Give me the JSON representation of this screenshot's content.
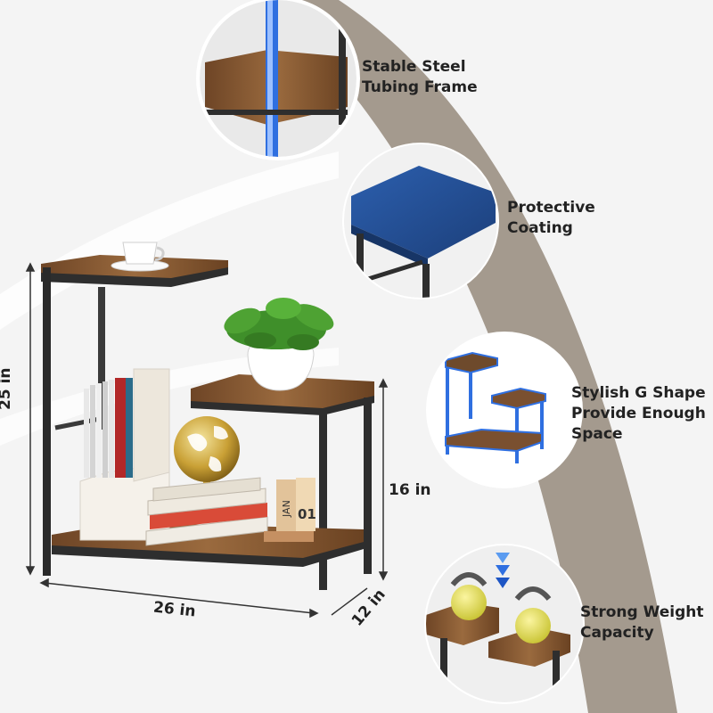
{
  "features": [
    {
      "id": "frame",
      "lines": [
        "Stable Steel",
        "Tubing Frame"
      ],
      "icon": "steel-frame-closeup-icon"
    },
    {
      "id": "coating",
      "lines": [
        "Protective",
        "Coating"
      ],
      "icon": "wood-top-closeup-icon"
    },
    {
      "id": "shape",
      "lines": [
        "Stylish G Shape",
        "Provide Enough",
        "Space"
      ],
      "icon": "g-shape-table-icon"
    },
    {
      "id": "weight",
      "lines": [
        "Strong Weight",
        "Capacity"
      ],
      "icon": "kettlebell-load-icon"
    }
  ],
  "dimensions": {
    "height_total": "25 in",
    "height_lower": "16 in",
    "width": "26 in",
    "depth": "12 in"
  },
  "calendar": {
    "month": "JAN",
    "day": "01"
  },
  "colors": {
    "background": "#f4f4f4",
    "band": "#a49a8e",
    "wood": "#8a5a32",
    "wood_dark": "#5e3a1e",
    "frame": "#2e2e2e",
    "accent_blue": "#2f6fe0"
  }
}
